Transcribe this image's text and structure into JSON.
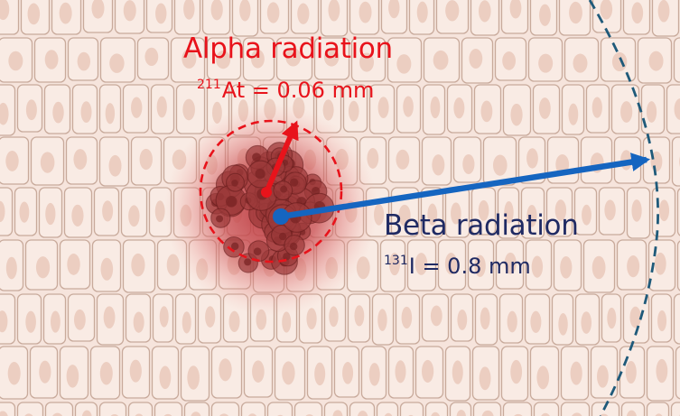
{
  "colors": {
    "background": "#f6e4dc",
    "cell_fill": "#f9ebe4",
    "cell_stroke": "#c8aa9b",
    "nucleus": "#eac9bb",
    "tumor": "#9c3a3a",
    "alpha": "#e8131b",
    "beta": "#1565c0",
    "beta_text": "#1f2a63",
    "beta_range": "#1f5a7a"
  },
  "icons": {
    "tumor": "tumor-cell-cluster",
    "tissue": "epithelial-cell-grid"
  },
  "alpha": {
    "title": "Alpha radiation",
    "isotope_mass": "211",
    "isotope_rest": "At = 0.06 mm"
  },
  "beta": {
    "title": "Beta radiation",
    "isotope_mass": "131",
    "isotope_rest": "I = 0.8 mm"
  }
}
